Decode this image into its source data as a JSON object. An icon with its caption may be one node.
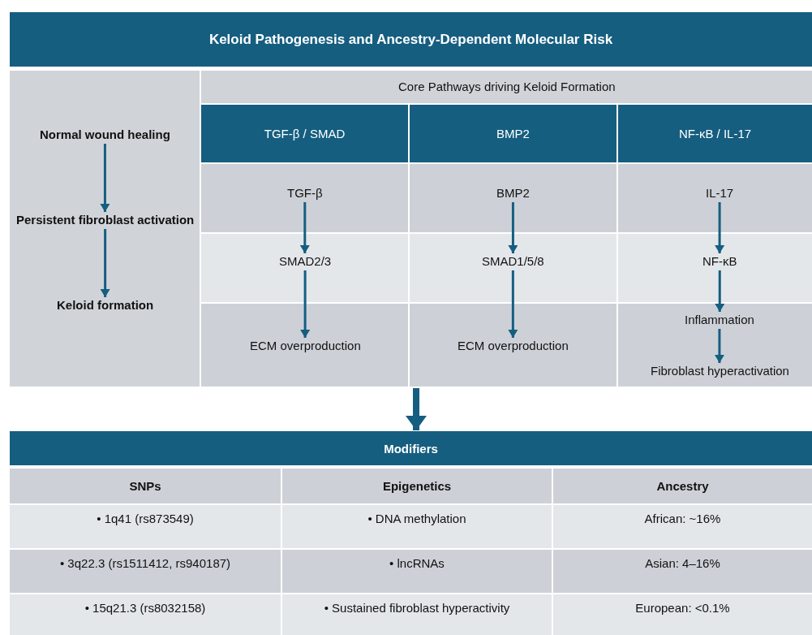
{
  "diagram": {
    "title": "Keloid Pathogenesis and Ancestry-Dependent Molecular Risk",
    "nodes": [
      {
        "text": [
          "Normal wound healing"
        ]
      },
      {
        "text": [
          "Persistent fibroblast activation"
        ]
      },
      {
        "text": [
          "Keloid formation"
        ]
      },
      {
        "text": [
          "Core Pathways driving Keloid Formation"
        ]
      },
      {
        "text": [
          "TGF-β / SMAD"
        ],
        "in": 3
      },
      {
        "text": [
          "BMP2"
        ],
        "in": 3
      },
      {
        "text": [
          "NF-κB / IL-17"
        ],
        "in": 3
      },
      {
        "text": [
          "TGF-β"
        ],
        "in": 3
      },
      {
        "text": [
          "SMAD2/3"
        ],
        "in": 3
      },
      {
        "text": [
          "ECM overproduction"
        ],
        "in": 3
      },
      {
        "text": [
          "BMP2"
        ],
        "in": 3
      },
      {
        "text": [
          "SMAD1/5/8"
        ],
        "in": 3
      },
      {
        "text": [
          "ECM overproduction"
        ],
        "in": 3
      },
      {
        "text": [
          "IL-17"
        ],
        "in": 3
      },
      {
        "text": [
          "NF-κB"
        ],
        "in": 3
      },
      {
        "text": [
          "Inflammation"
        ],
        "in": 3
      },
      {
        "text": [
          "Fibroblast hyperactivation"
        ],
        "in": 3
      },
      {
        "text": [
          "Modifiers"
        ]
      }
    ],
    "edges": [
      {
        "from": 0,
        "to": 1,
        "arrow": "to"
      },
      {
        "from": 1,
        "to": 2,
        "arrow": "to"
      },
      {
        "from": 7,
        "to": 8,
        "arrow": "to"
      },
      {
        "from": 8,
        "to": 9,
        "arrow": "to"
      },
      {
        "from": 10,
        "to": 11,
        "arrow": "to"
      },
      {
        "from": 11,
        "to": 12,
        "arrow": "to"
      },
      {
        "from": 13,
        "to": 14,
        "arrow": "to"
      },
      {
        "from": 14,
        "to": 15,
        "arrow": "to"
      },
      {
        "from": 15,
        "to": 16,
        "arrow": "to"
      },
      {
        "from": 3,
        "to": 17,
        "arrow": "to",
        "style": "thick"
      }
    ],
    "labels": [
      "SNPs",
      "Epigenetics",
      "Ancestry",
      "• 1q41 (rs873549)",
      "• DNA methylation",
      "African: ~16%",
      "• 3q22.3 (rs1511412, rs940187)",
      "• lncRNAs",
      "Asian: 4–16%",
      "• 15q21.3 (rs8032158)",
      "• Sustained fibroblast hyperactivity",
      "European: <0.1%"
    ]
  }
}
